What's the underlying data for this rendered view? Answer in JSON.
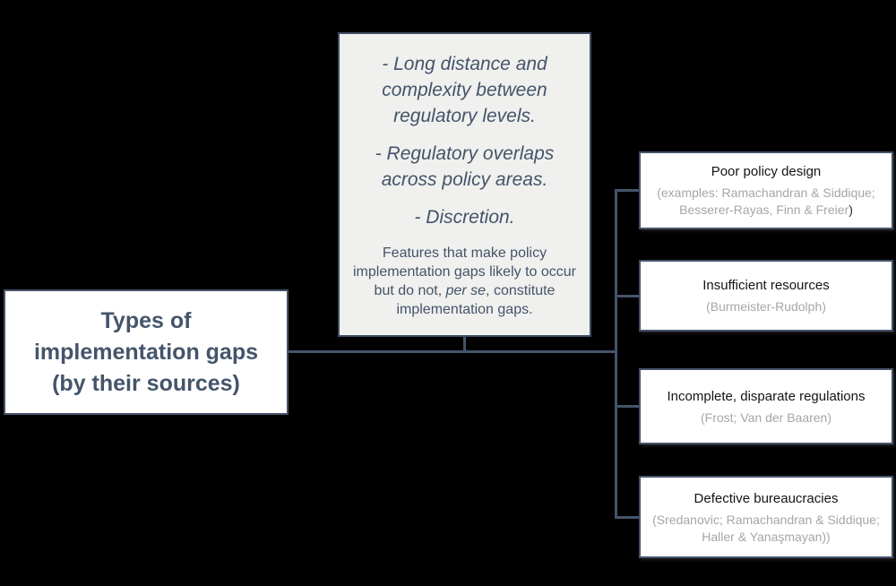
{
  "colors": {
    "background": "#000000",
    "accent": "#44546A",
    "features_fill": "#F0F0EE",
    "box_fill": "#FFFFFF",
    "note_gray": "#A6A6A6"
  },
  "left_box": {
    "lines": [
      "Types of",
      "implementation gaps",
      "(by their sources)"
    ]
  },
  "middle_box": {
    "bullets": [
      "- Long distance and complexity between regulatory levels.",
      "- Regulatory overlaps across policy areas.",
      "- Discretion."
    ],
    "footer": {
      "pre": "Features that make policy implementation gaps likely to occur but do not, ",
      "italic": "per se",
      "post": ", constitute implementation gaps."
    }
  },
  "right_boxes": [
    {
      "title": "Poor policy design",
      "note": "(examples: Ramachandran & Siddique; Besserer-Rayas, Finn & Freier",
      "note_suffix": ")"
    },
    {
      "title": "Insufficient resources",
      "note": "(Burmeister-Rudolph)",
      "note_suffix": ""
    },
    {
      "title": "Incomplete, disparate regulations",
      "note": "(Frost; Van der Baaren)",
      "note_suffix": ""
    },
    {
      "title": "Defective bureaucracies",
      "note": "(Sredanovic; Ramachandran & Siddique; Haller & Yanaşmayan))",
      "note_suffix": ""
    }
  ]
}
